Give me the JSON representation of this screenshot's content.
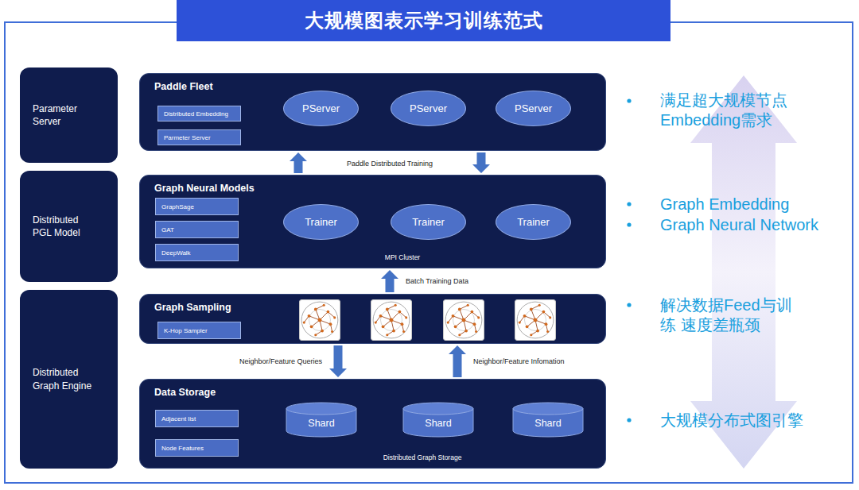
{
  "diagram": {
    "title": "大规模图表示学习训练范式",
    "nodes": [
      {
        "text": [
          "Parameter Server"
        ]
      },
      {
        "text": [
          "Paddle Fleet"
        ]
      },
      {
        "text": [
          "Distributed Embedding"
        ],
        "in": 1
      },
      {
        "text": [
          "Parmeter Server"
        ],
        "in": 1
      },
      {
        "text": [
          "PServer"
        ],
        "in": 1
      },
      {
        "text": [
          "PServer"
        ],
        "in": 1
      },
      {
        "text": [
          "PServer"
        ],
        "in": 1
      },
      {
        "text": [
          "Distributed PGL Model"
        ]
      },
      {
        "text": [
          "Graph Neural Models",
          "MPI Cluster"
        ]
      },
      {
        "text": [
          "GraphSage"
        ],
        "in": 8
      },
      {
        "text": [
          "GAT"
        ],
        "in": 8
      },
      {
        "text": [
          "DeepWalk"
        ],
        "in": 8
      },
      {
        "text": [
          "Trainer"
        ],
        "in": 8
      },
      {
        "text": [
          "Trainer"
        ],
        "in": 8
      },
      {
        "text": [
          "Trainer"
        ],
        "in": 8
      },
      {
        "text": [
          "Distributed Graph Engine"
        ]
      },
      {
        "text": [
          "Graph Sampling"
        ]
      },
      {
        "text": [
          "K-Hop Sampler"
        ],
        "in": 16
      },
      {
        "text": [
          "Data Storage",
          "Distributed Graph Storage"
        ]
      },
      {
        "text": [
          "Adjacent list"
        ],
        "in": 18
      },
      {
        "text": [
          "Node Features"
        ],
        "in": 18
      },
      {
        "text": [
          "Shard"
        ],
        "in": 18
      },
      {
        "text": [
          "Shard"
        ],
        "in": 18
      },
      {
        "text": [
          "Shard"
        ],
        "in": 18
      }
    ],
    "edges": [
      {
        "from": 8,
        "to": 1,
        "arrow": "to"
      },
      {
        "from": 1,
        "to": 8,
        "arrow": "to"
      },
      {
        "from": 16,
        "to": 8,
        "label": "Batch Training Data",
        "arrow": "to"
      },
      {
        "from": 16,
        "to": 18,
        "label": "Neighbor/Feature Queries",
        "arrow": "to"
      },
      {
        "from": 18,
        "to": 16,
        "label": "Neighbor/Feature Infomation",
        "arrow": "to"
      }
    ],
    "labels": [
      "Paddle Distributed Training",
      "满足超大规模节点 Embedding需求",
      "Graph Embedding",
      "Graph Neural Network",
      "解决数据Feed与训练 速度差瓶颈",
      "大规模分布式图引擎"
    ]
  }
}
